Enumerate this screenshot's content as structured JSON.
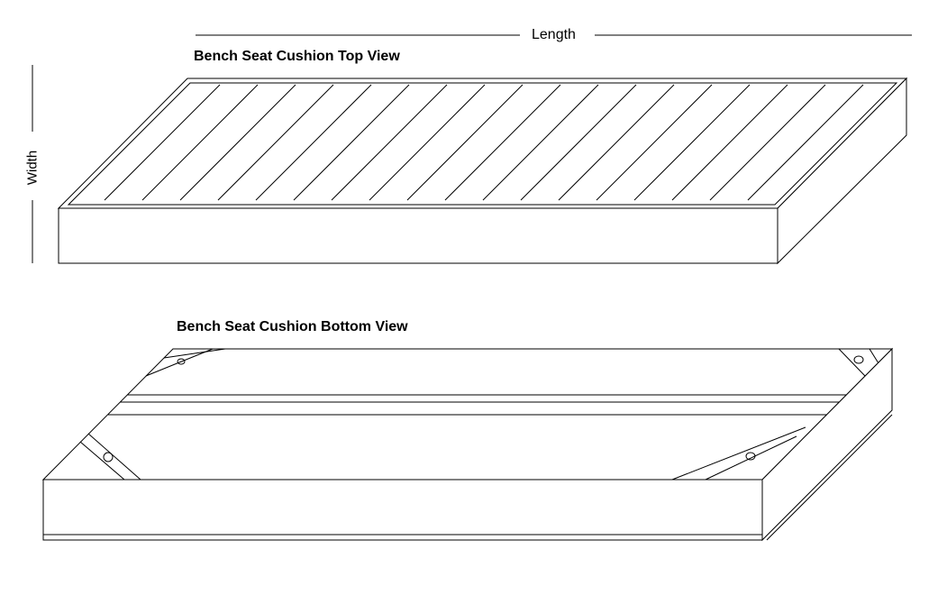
{
  "dimension_labels": {
    "length": "Length",
    "width": "Width"
  },
  "views": {
    "top_title": "Bench Seat Cushion Top View",
    "bottom_title": "Bench Seat Cushion Bottom View"
  }
}
